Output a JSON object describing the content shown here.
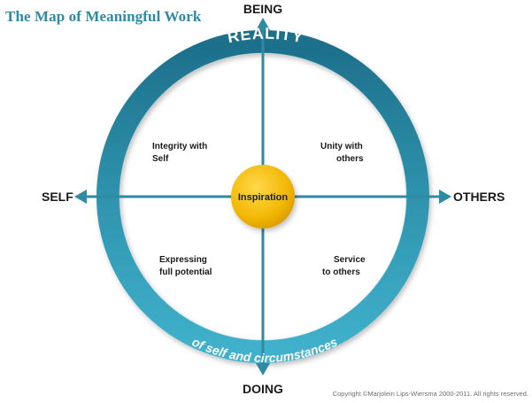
{
  "title": "The Map of Meaningful Work",
  "ring": {
    "top_text": "REALITY",
    "bottom_text": "of self and circumstances"
  },
  "axes": {
    "top": "BEING",
    "bottom": "DOING",
    "left": "SELF",
    "right": "OTHERS"
  },
  "center": {
    "label": "Inspiration",
    "color": "#f2b705"
  },
  "quadrants": {
    "top_left": [
      "Integrity with",
      "Self"
    ],
    "top_right": [
      "Unity with",
      "others"
    ],
    "bottom_left": [
      "Expressing",
      "full potential"
    ],
    "bottom_right": [
      "Service",
      "to others"
    ]
  },
  "copyright": "Copyright ©Marjolein Lips-Wiersma 2000-2011. All rights reserved.",
  "colors": {
    "ring": "#2f8aa3",
    "axis": "#2f8aa3",
    "title": "#2f8aa3",
    "text": "#1a1a1a"
  }
}
